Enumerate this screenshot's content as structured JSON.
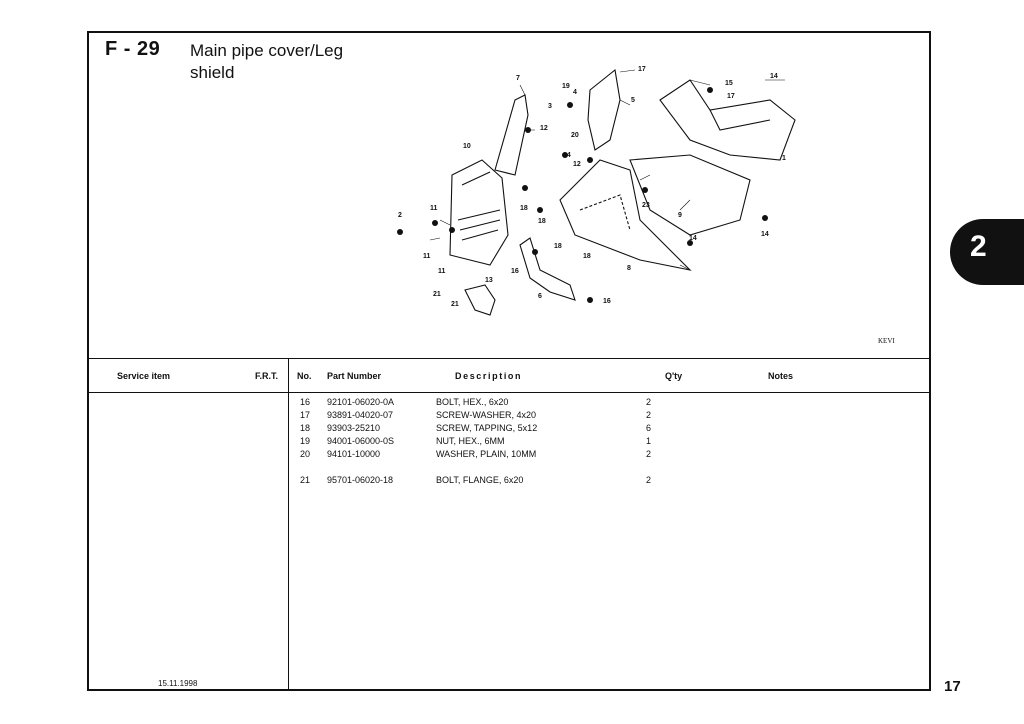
{
  "figure": {
    "code": "F - 29",
    "title": "Main pipe cover/Leg shield",
    "reference": "KEVI"
  },
  "callouts": [
    "7",
    "19",
    "3",
    "4",
    "17",
    "5",
    "15",
    "14",
    "17",
    "12",
    "20",
    "10",
    "14",
    "12",
    "1",
    "18",
    "18",
    "23",
    "9",
    "2",
    "11",
    "14",
    "14",
    "18",
    "18",
    "11",
    "11",
    "16",
    "8",
    "13",
    "6",
    "21",
    "21",
    "16"
  ],
  "table": {
    "headers": {
      "service_item": "Service item",
      "frt": "F.R.T.",
      "no": "No.",
      "part_number": "Part Number",
      "description": "Description",
      "qty": "Q'ty",
      "notes": "Notes"
    },
    "rows": [
      {
        "no": "16",
        "part_number": "92101-06020-0A",
        "description": "BOLT, HEX., 6x20",
        "qty": "2"
      },
      {
        "no": "17",
        "part_number": "93891-04020-07",
        "description": "SCREW-WASHER, 4x20",
        "qty": "2"
      },
      {
        "no": "18",
        "part_number": "93903-25210",
        "description": "SCREW, TAPPING, 5x12",
        "qty": "6"
      },
      {
        "no": "19",
        "part_number": "94001-06000-0S",
        "description": "NUT, HEX., 6MM",
        "qty": "1"
      },
      {
        "no": "20",
        "part_number": "94101-10000",
        "description": "WASHER, PLAIN, 10MM",
        "qty": "2"
      },
      {
        "no": "21",
        "part_number": "95701-06020-18",
        "description": "BOLT, FLANGE, 6x20",
        "qty": "2"
      }
    ]
  },
  "footer": {
    "date": "15.11.1998",
    "page": "17"
  },
  "section_tab": "2"
}
